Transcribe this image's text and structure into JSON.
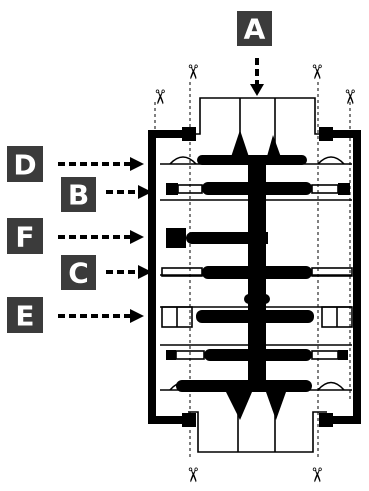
{
  "labels": {
    "a": "A",
    "b": "B",
    "c": "C",
    "d": "D",
    "e": "E",
    "f": "F"
  },
  "cut_mark": "✂",
  "colors": {
    "label_fill": "#3b3b3b",
    "label_text": "#ffffff",
    "line": "#000000",
    "background": "#ffffff"
  }
}
